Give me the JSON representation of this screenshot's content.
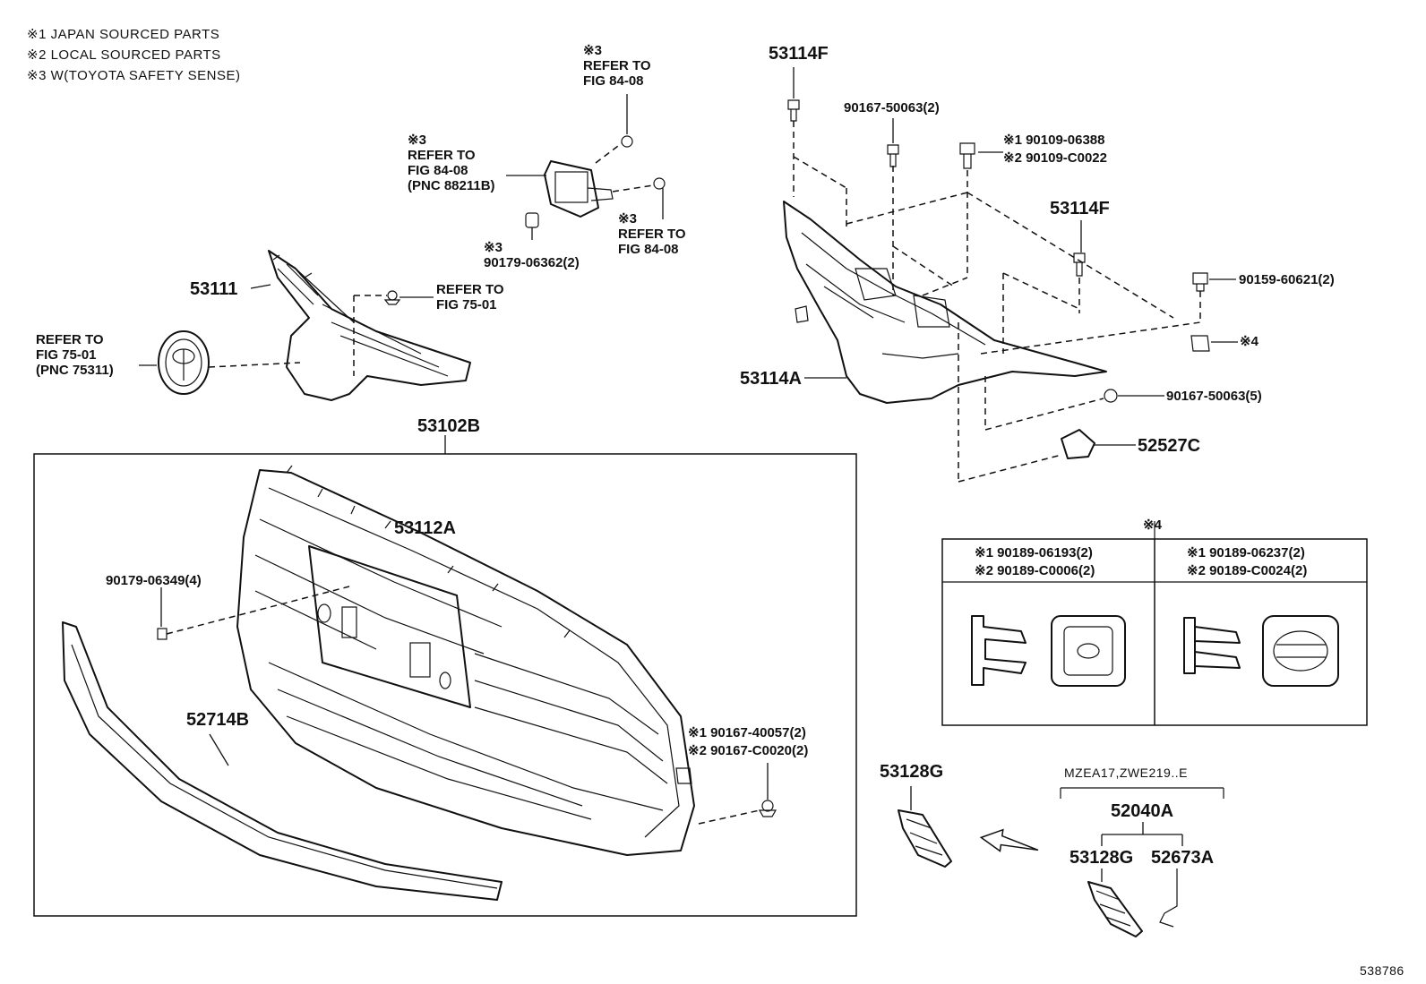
{
  "notes": [
    "※1 JAPAN SOURCED PARTS",
    "※2 LOCAL SOURCED PARTS",
    "※3 W(TOYOTA SAFETY SENSE)"
  ],
  "parts": {
    "p53114F_top": "53114F",
    "p53114F_mid": "53114F",
    "p90167_50063_2": "90167-50063(2)",
    "p90109_06388": "※1 90109-06388",
    "p90109_C0022": "※2 90109-C0022",
    "p90159_60621_2": "90159-60621(2)",
    "mark4_small": "※4",
    "p53114A": "53114A",
    "p90167_50063_5": "90167-50063(5)",
    "p52527C": "52527C",
    "p53111": "53111",
    "p53102B": "53102B",
    "p53112A": "53112A",
    "p90179_06349_4": "90179-06349(4)",
    "p52714B": "52714B",
    "p90167_40057": "※1 90167-40057(2)",
    "p90167_C0020": "※2 90167-C0020(2)",
    "p53128G_left": "53128G",
    "model_code": "MZEA17,ZWE219..E",
    "p52040A": "52040A",
    "p53128G_sub": "53128G",
    "p52673A": "52673A",
    "p90179_06362": "※3\n90179-06362(2)"
  },
  "refs": {
    "ref_sensor_top": "※3\nREFER TO\nFIG 84-08",
    "ref_sensor_left": "※3\nREFER TO\nFIG 84-08\n(PNC 88211B)",
    "ref_sensor_right": "※3\nREFER TO\nFIG 84-08",
    "ref_emblem_bolt": "REFER TO\nFIG 75-01",
    "ref_emblem": "REFER TO\nFIG 75-01\n(PNC 75311)"
  },
  "table4": {
    "title": "※4",
    "left_line1": "※1 90189-06193(2)",
    "left_line2": "※2 90189-C0006(2)",
    "right_line1": "※1 90189-06237(2)",
    "right_line2": "※2 90189-C0024(2)"
  },
  "illustration_id": "538786"
}
